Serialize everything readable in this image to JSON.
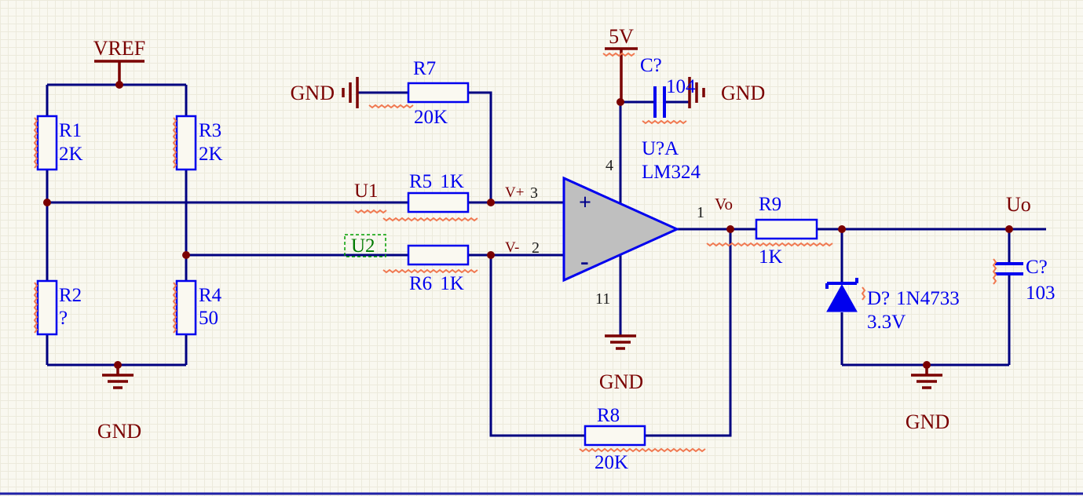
{
  "nets": {
    "vref": "VREF",
    "v5": "5V",
    "gnd": "GND",
    "u1": "U1",
    "u2": "U2",
    "vo": "Vo",
    "uo": "Uo",
    "vplus": "V+",
    "vminus": "V-"
  },
  "components": {
    "r1": {
      "ref": "R1",
      "value": "2K"
    },
    "r2": {
      "ref": "R2",
      "value": "?"
    },
    "r3": {
      "ref": "R3",
      "value": "2K"
    },
    "r4": {
      "ref": "R4",
      "value": "50"
    },
    "r5": {
      "ref": "R5",
      "value": "1K"
    },
    "r6": {
      "ref": "R6",
      "value": "1K"
    },
    "r7": {
      "ref": "R7",
      "value": "20K"
    },
    "r8": {
      "ref": "R8",
      "value": "20K"
    },
    "r9": {
      "ref": "R9",
      "value": "1K"
    },
    "c1": {
      "ref": "C?",
      "value": "104"
    },
    "c2": {
      "ref": "C?",
      "value": "103"
    },
    "d1": {
      "ref": "D?",
      "part": "1N4733",
      "value": "3.3V"
    },
    "opamp": {
      "ref": "U?A",
      "part": "LM324",
      "plus_sign": "+",
      "minus_sign": "-"
    }
  },
  "pins": {
    "out": "1",
    "inv": "2",
    "noninv": "3",
    "vcc": "4",
    "vee": "11"
  },
  "colors": {
    "wire": "#000080",
    "component": "#0000EE",
    "power": "#7A0000",
    "selected": "#00A000",
    "error_marker": "#F07850",
    "opamp_fill": "#BFBFBF",
    "background": "#F9F8F0"
  }
}
